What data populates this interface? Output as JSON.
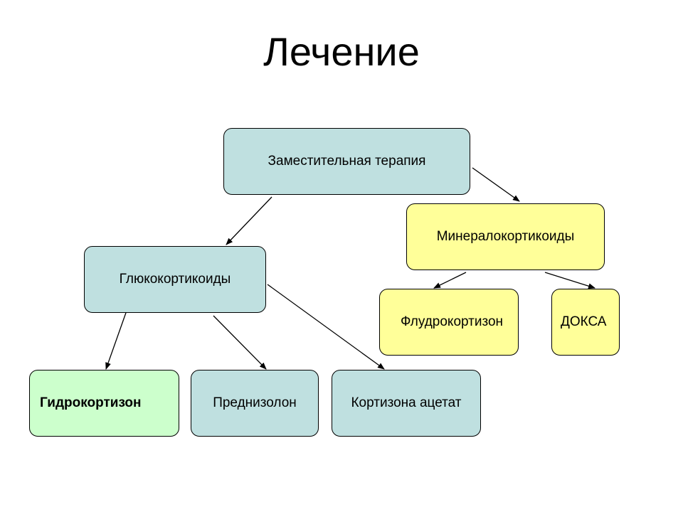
{
  "title": "Лечение",
  "nodes": {
    "root": "Заместительная терапия",
    "glucocorticoids": "Глюкокортикоиды",
    "mineralocorticoids": "Минералокортикоиды",
    "hydrocortisone": "Гидрокортизон",
    "prednisolone": "Преднизолон",
    "cortisone_acetate": "Кортизона ацетат",
    "fludrocortisone": "Флудрокортизон",
    "doxa": "ДОКСА"
  },
  "colors": {
    "blue": "#bfe0e0",
    "yellow": "#ffff99",
    "green": "#ccffcc"
  }
}
